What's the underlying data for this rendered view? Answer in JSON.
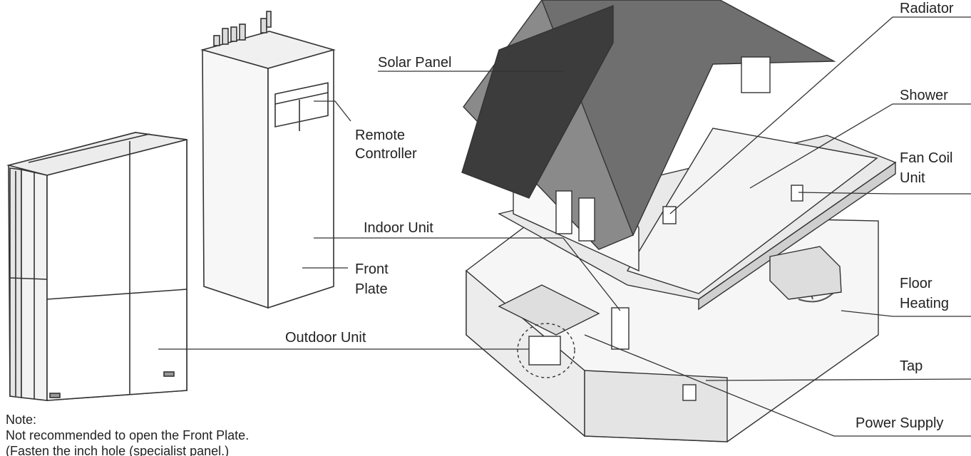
{
  "labels": {
    "solar_panel": "Solar Panel",
    "remote_controller_line1": "Remote",
    "remote_controller_line2": "Controller",
    "indoor_unit": "Indoor Unit",
    "front_plate_line1": "Front",
    "front_plate_line2": "Plate",
    "outdoor_unit": "Outdoor Unit",
    "radiator": "Radiator",
    "shower": "Shower",
    "fan_coil_line1": "Fan Coil",
    "fan_coil_line2": "Unit",
    "floor_heating_line1": "Floor",
    "floor_heating_line2": "Heating",
    "tap": "Tap",
    "power_supply": "Power Supply"
  },
  "note": {
    "heading": "Note:",
    "line1": "Not recommended to open the Front Plate.",
    "line2": "(Fasten the inch hole (specialist panel.)"
  },
  "colors": {
    "line": "#333333",
    "roof": "#7a7a7a",
    "roof_dark": "#5e5e5e",
    "solar": "#3d3d3d",
    "wall": "#f4f4f4",
    "shade": "#d9d9d9"
  }
}
